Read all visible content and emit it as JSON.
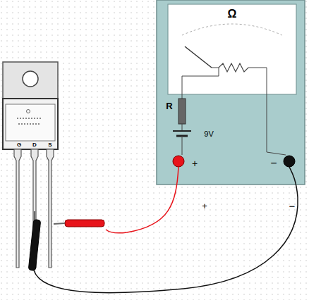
{
  "diagram": {
    "labels": [
      "G",
      "D",
      "S",
      "Ω",
      "R",
      "9V",
      "+",
      "−",
      "+",
      "−"
    ]
  }
}
